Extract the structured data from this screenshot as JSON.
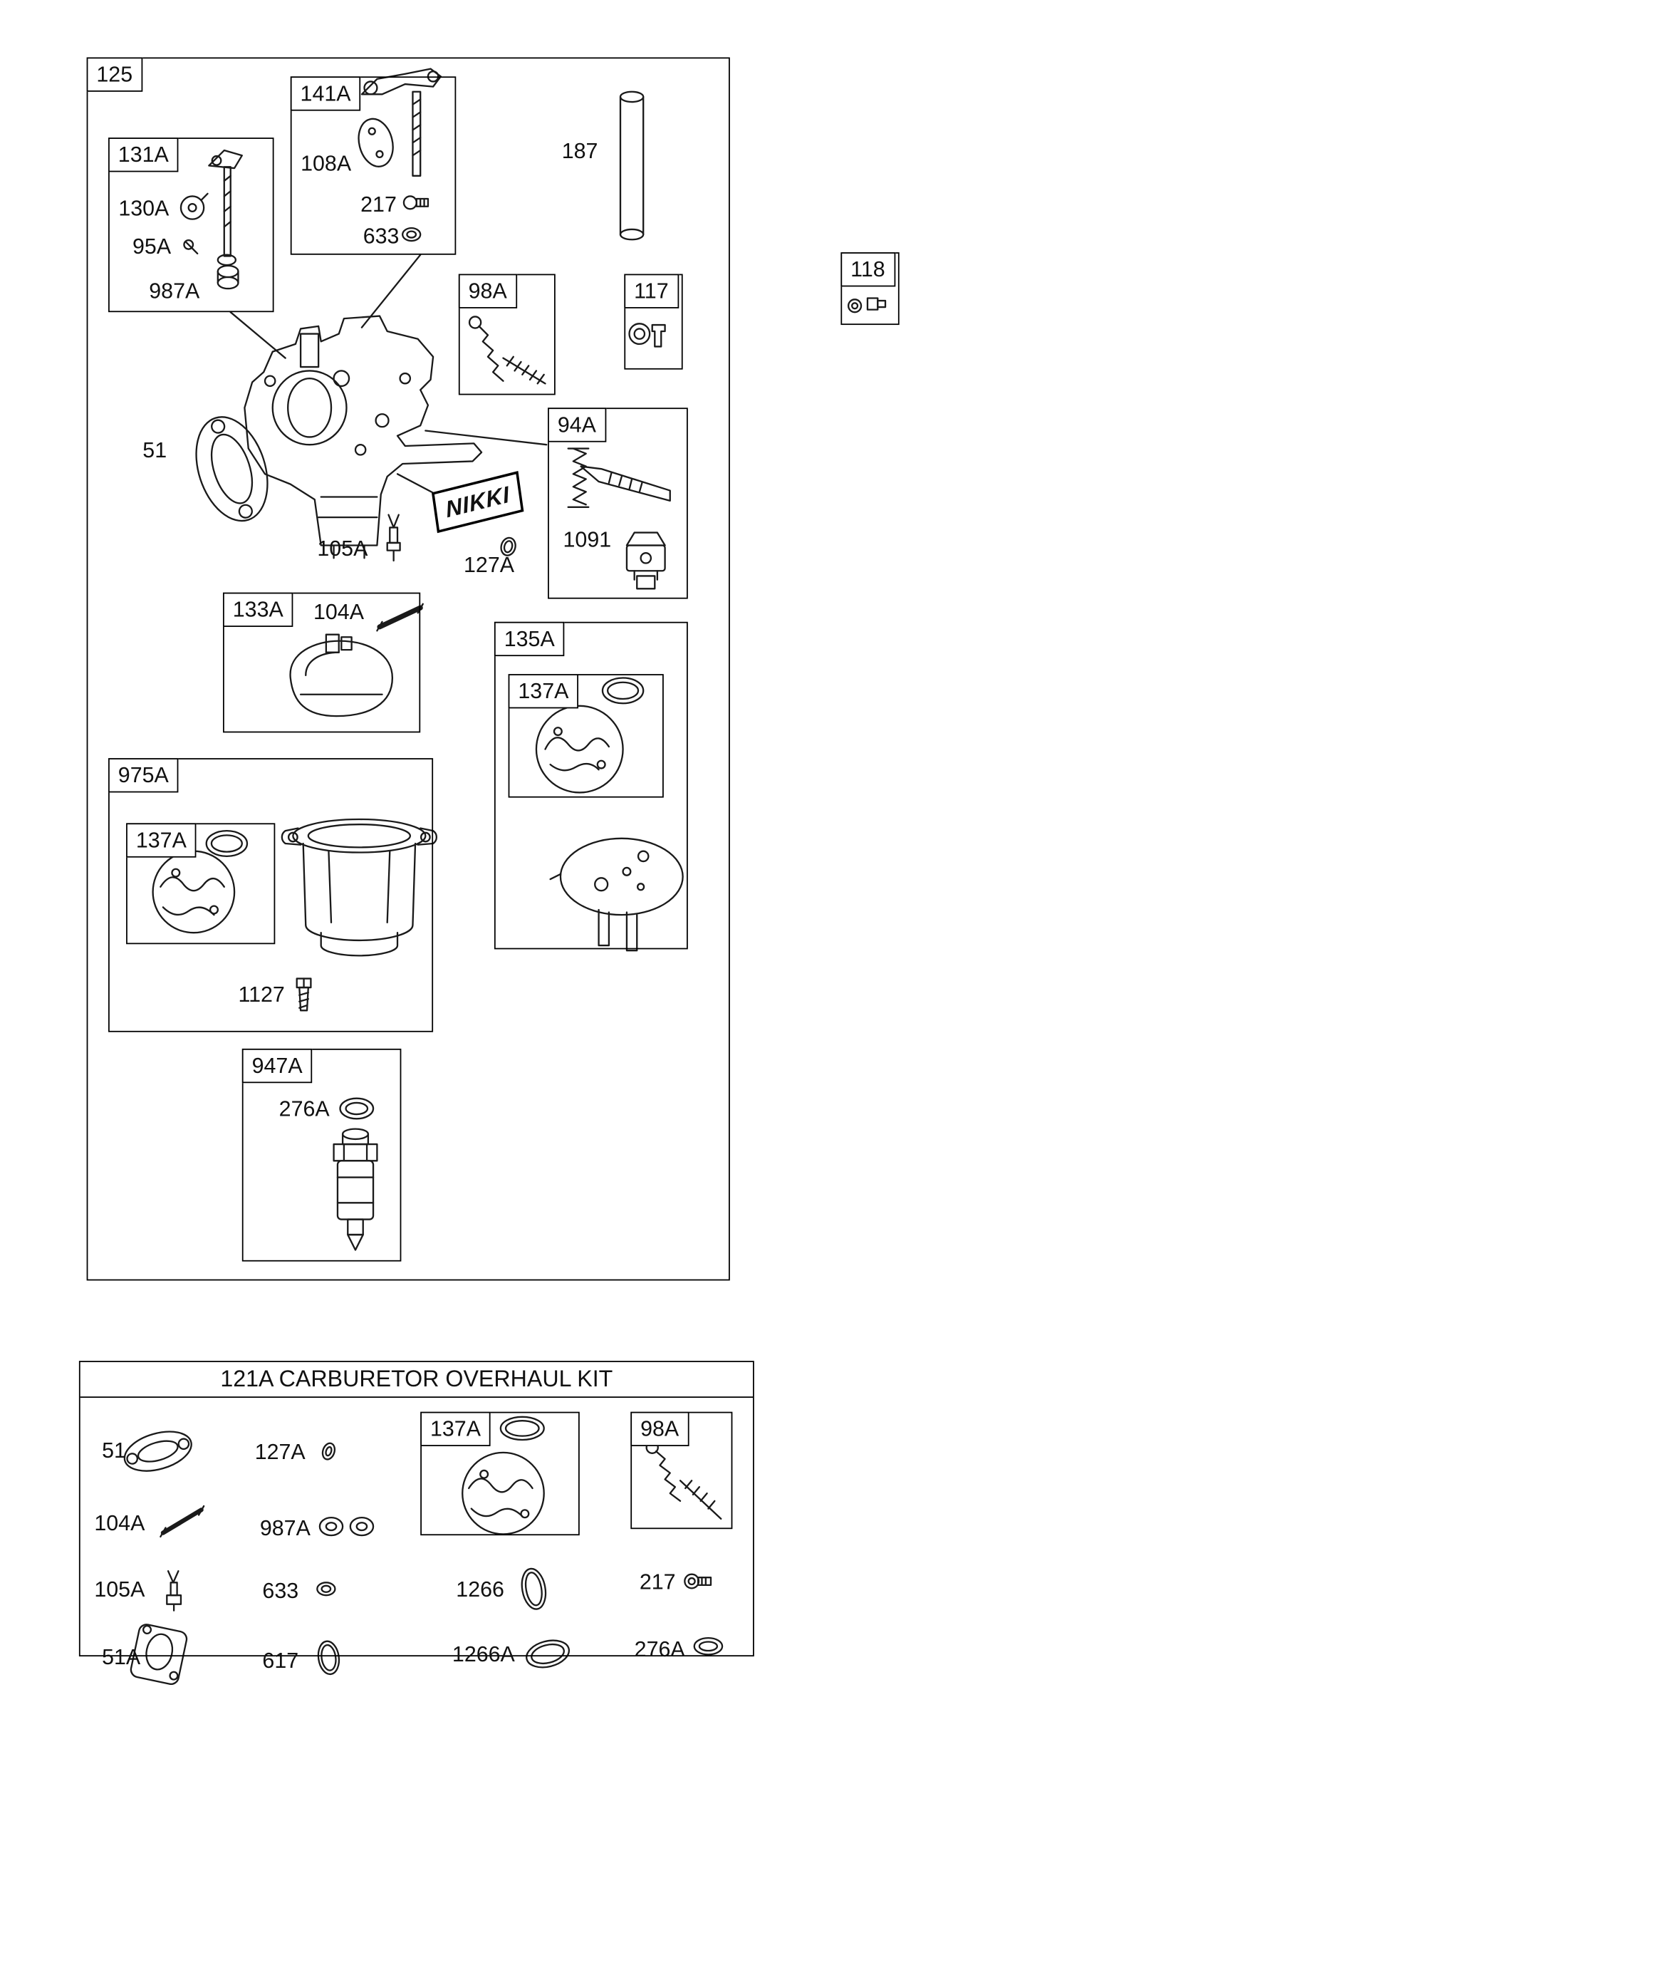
{
  "main_diagram": {
    "group_label": "125",
    "brand": "NIKKI",
    "groups": {
      "g131A": {
        "label": "131A",
        "parts": {
          "p130A": "130A",
          "p95A": "95A",
          "p987A": "987A"
        }
      },
      "g141A": {
        "label": "141A",
        "parts": {
          "p108A": "108A",
          "p217": "217",
          "p633": "633"
        }
      },
      "g98A": {
        "label": "98A"
      },
      "g117": {
        "label": "117"
      },
      "g118": {
        "label": "118"
      },
      "g94A": {
        "label": "94A",
        "parts": {
          "p1091": "1091"
        }
      },
      "g133A": {
        "label": "133A",
        "parts": {
          "p104A": "104A"
        }
      },
      "g135A": {
        "label": "135A",
        "inner_label": "137A"
      },
      "g975A": {
        "label": "975A",
        "inner_label": "137A",
        "parts": {
          "p1127": "1127"
        }
      },
      "g947A": {
        "label": "947A",
        "parts": {
          "p276A": "276A"
        }
      }
    },
    "loose_parts": {
      "p187": "187",
      "p51": "51",
      "p105A": "105A",
      "p127A": "127A"
    }
  },
  "overhaul_kit": {
    "title": "121A CARBURETOR OVERHAUL KIT",
    "groups": {
      "g137A": {
        "label": "137A"
      },
      "g98A": {
        "label": "98A"
      }
    },
    "items": {
      "p51": "51",
      "p127A": "127A",
      "p104A": "104A",
      "p987A": "987A",
      "p105A": "105A",
      "p633": "633",
      "p51A": "51A",
      "p617": "617",
      "p1266": "1266",
      "p1266A": "1266A",
      "p217": "217",
      "p276A": "276A"
    }
  }
}
